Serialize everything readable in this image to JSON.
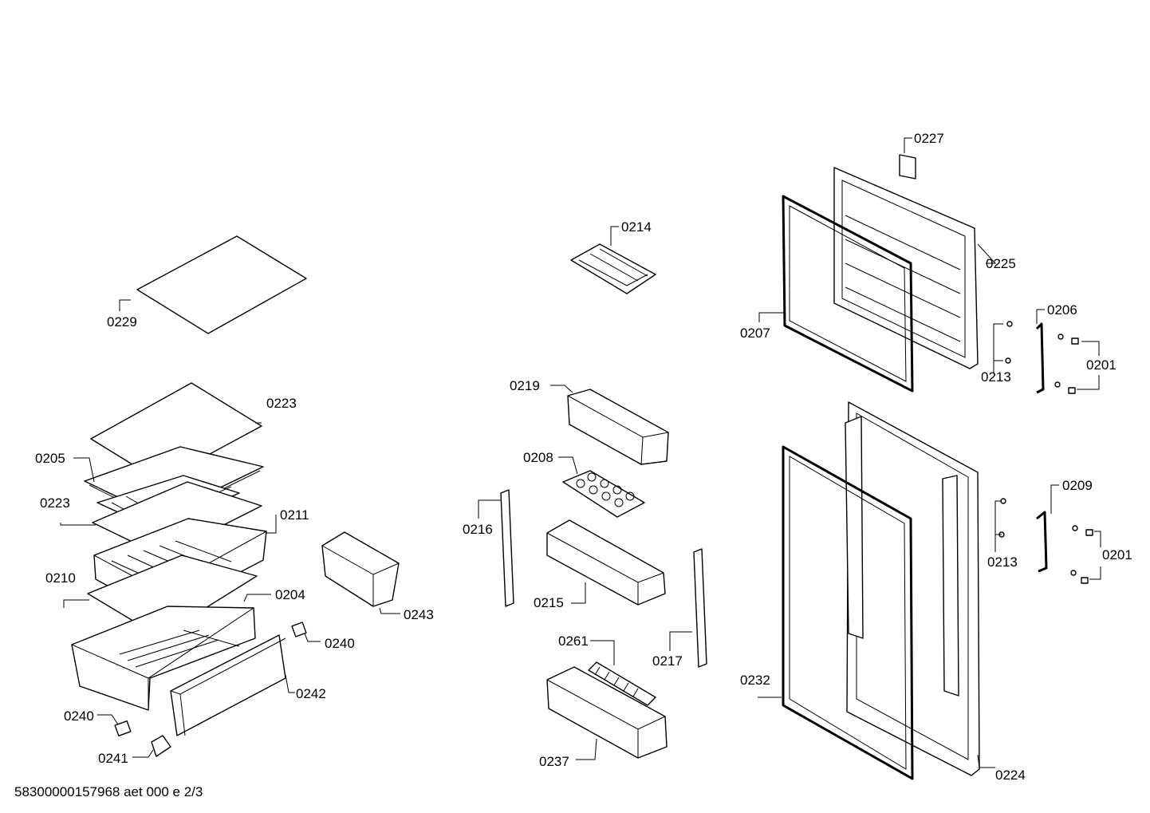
{
  "diagram": {
    "labels": {
      "p0227": "0227",
      "p0214": "0214",
      "p0225": "0225",
      "p0229": "0229",
      "p0206": "0206",
      "p0207": "0207",
      "p0201a": "0201",
      "p0213a": "0213",
      "p0223a": "0223",
      "p0219": "0219",
      "p0205": "0205",
      "p0208": "0208",
      "p0209": "0209",
      "p0223b": "0223",
      "p0211": "0211",
      "p0216": "0216",
      "p0201b": "0201",
      "p0213b": "0213",
      "p0210": "0210",
      "p0204": "0204",
      "p0215": "0215",
      "p0243": "0243",
      "p0240a": "0240",
      "p0261": "0261",
      "p0217": "0217",
      "p0232": "0232",
      "p0242": "0242",
      "p0240b": "0240",
      "p0241": "0241",
      "p0237": "0237",
      "p0224": "0224"
    },
    "footer": "58300000157968 aet 000 e 2/3"
  }
}
